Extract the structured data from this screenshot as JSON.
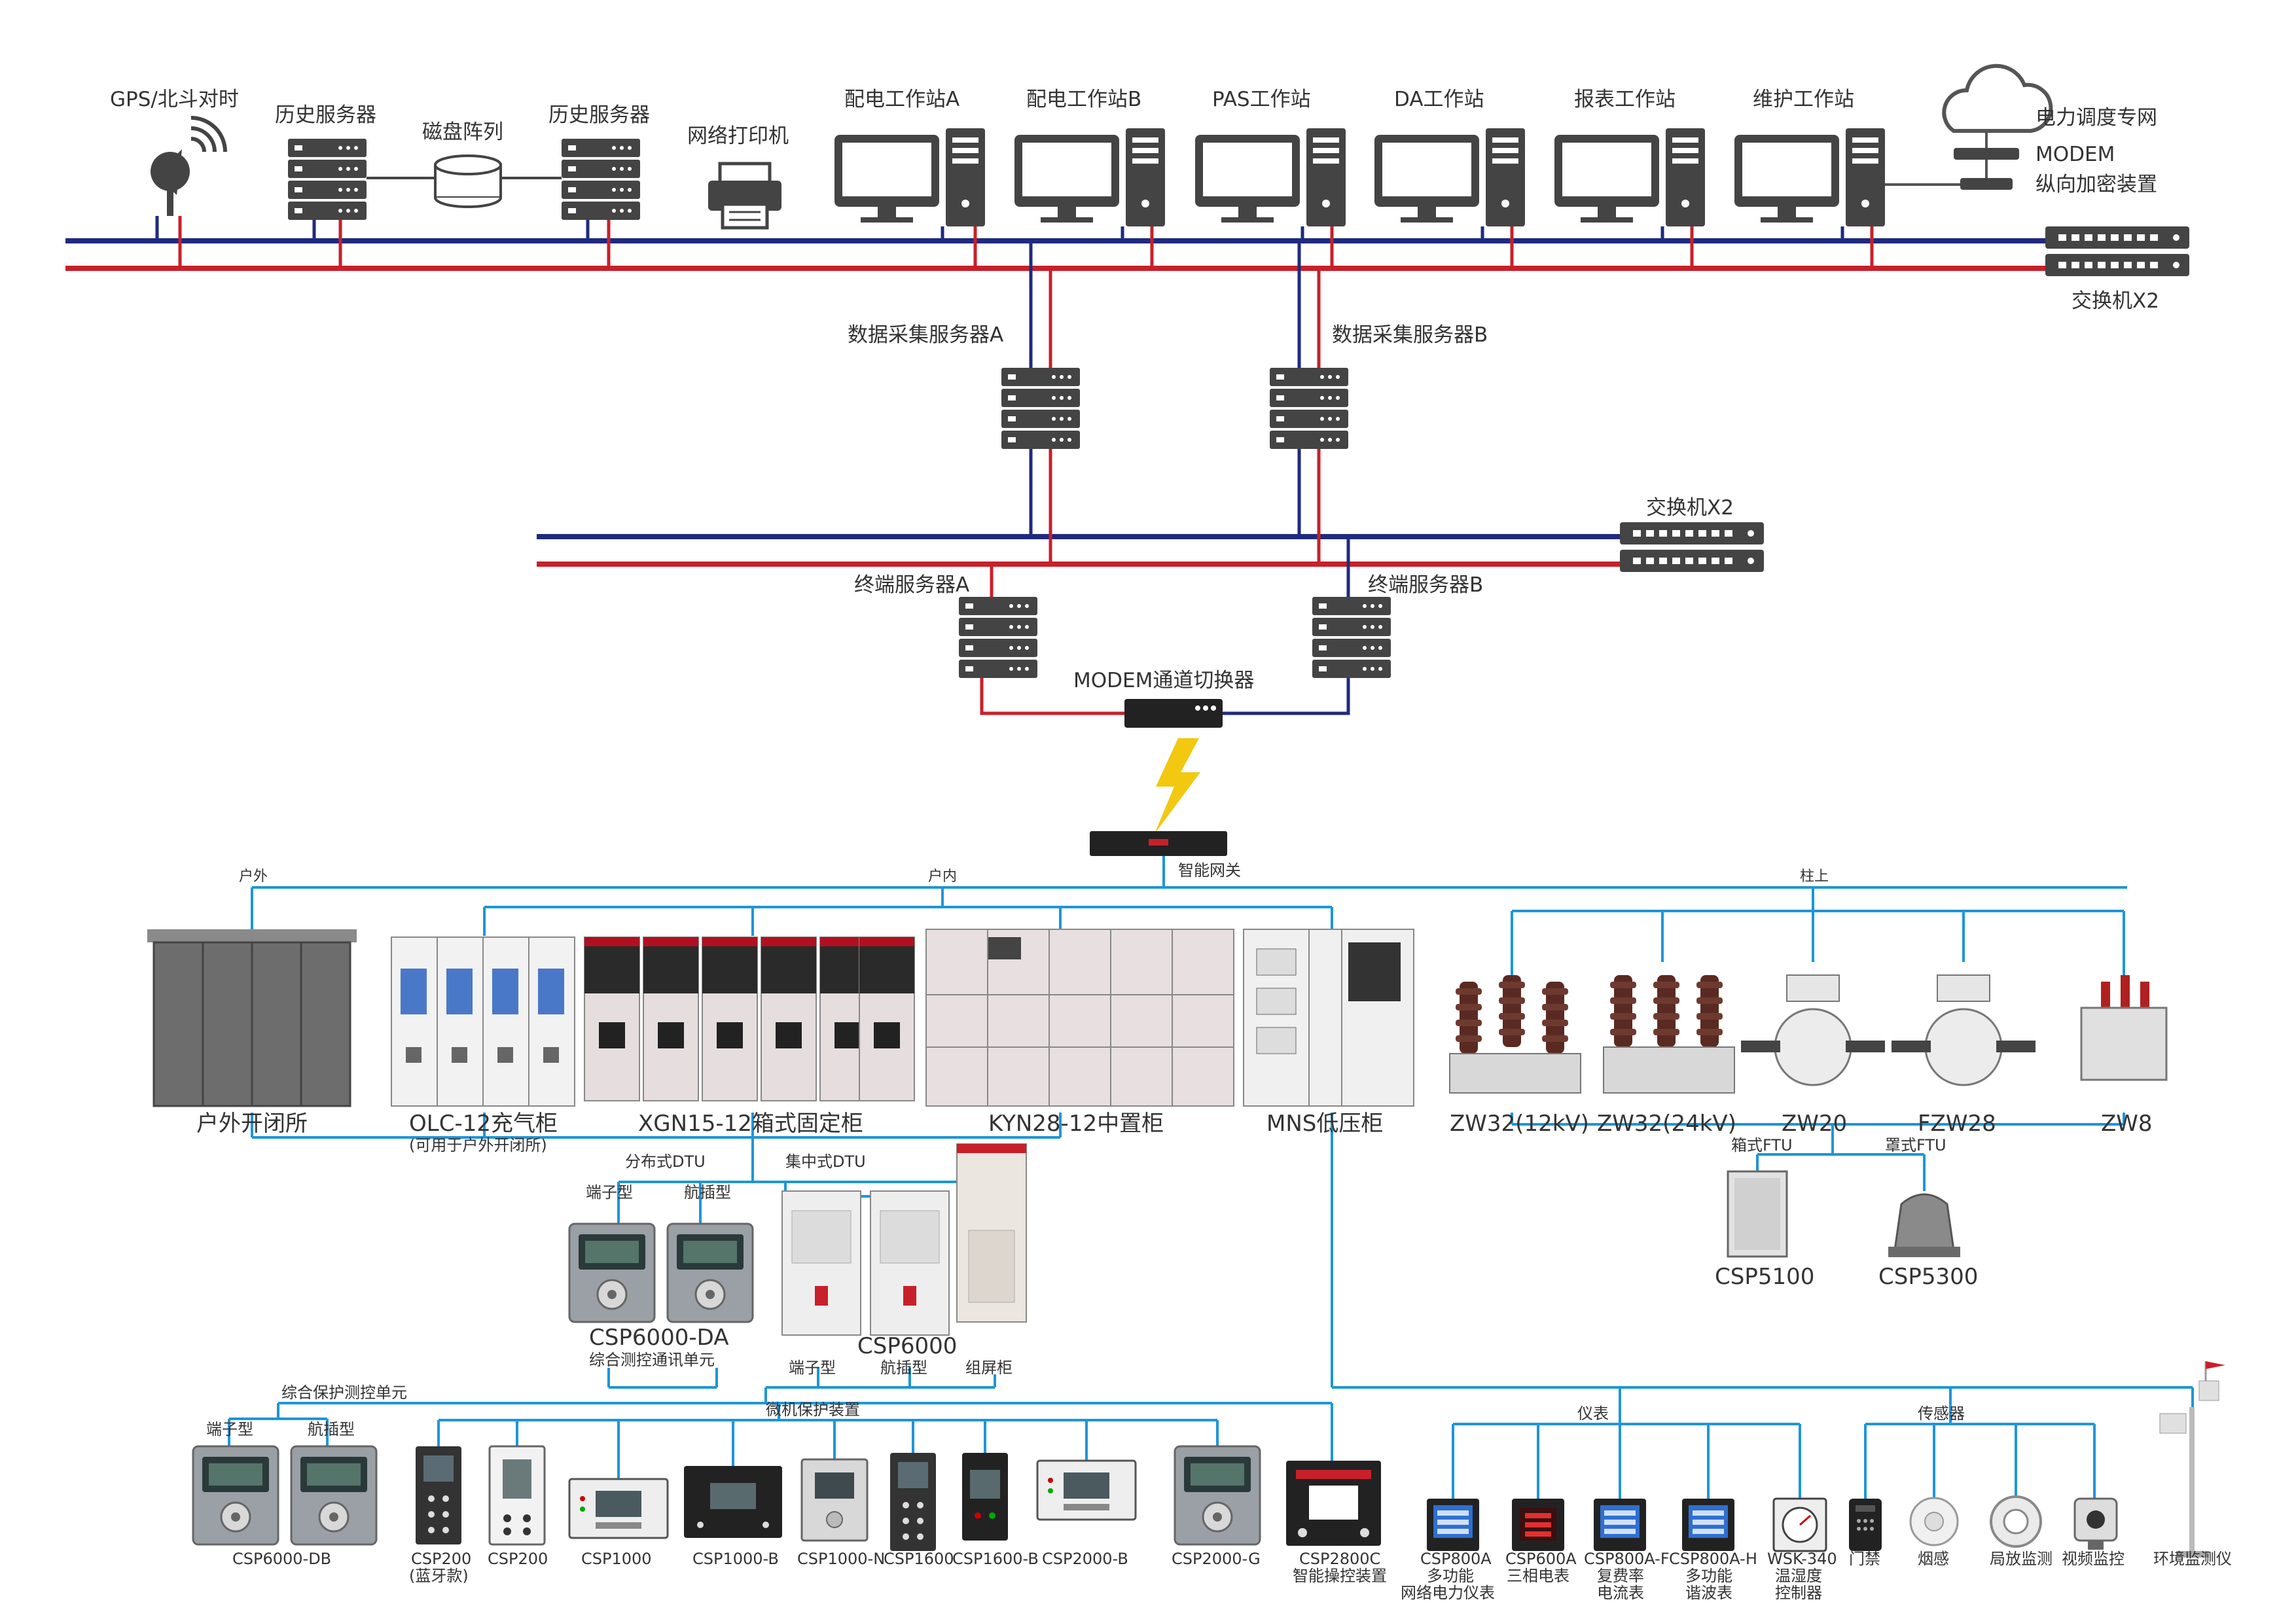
{
  "top": {
    "gps": "GPS/北斗对时",
    "hist_server_1": "历史服务器",
    "disk_array": "磁盘阵列",
    "hist_server_2": "历史服务器",
    "printer": "网络打印机",
    "ws_a": "配电工作站A",
    "ws_b": "配电工作站B",
    "ws_pas": "PAS工作站",
    "ws_da": "DA工作站",
    "ws_report": "报表工作站",
    "ws_maint": "维护工作站",
    "dispatch_net": "电力调度专网",
    "modem": "MODEM",
    "crypto": "纵向加密装置",
    "switch_top": "交换机X2"
  },
  "middle": {
    "dc_server_a": "数据采集服务器A",
    "dc_server_b": "数据采集服务器B",
    "switch_mid": "交换机X2",
    "term_server_a": "终端服务器A",
    "term_server_b": "终端服务器B",
    "modem_switch": "MODEM通道切换器",
    "gateway": "智能网关"
  },
  "bus_labels": {
    "outdoor": "户外",
    "indoor": "户内",
    "pole": "柱上"
  },
  "cabinets": [
    {
      "name": "户外开闭所"
    },
    {
      "name": "OLC-12充气柜",
      "sub": "(可用于户外开闭所)"
    },
    {
      "name": "XGN15-12箱式固定柜"
    },
    {
      "name": "KYN28-12中置柜"
    },
    {
      "name": "MNS低压柜"
    }
  ],
  "switches": [
    "ZW32(12kV)",
    "ZW32(24kV)",
    "ZW20",
    "FZW28",
    "ZW8"
  ],
  "ftu": {
    "box_label": "箱式FTU",
    "cover_label": "罩式FTU",
    "csp5100": "CSP5100",
    "csp5300": "CSP5300"
  },
  "dtu": {
    "distributed": "分布式DTU",
    "centralized": "集中式DTU",
    "terminal_type": "端子型",
    "plug_type": "航插型",
    "csp6000da": "CSP6000-DA",
    "csp6000da_desc": "综合测控通讯单元",
    "csp6000": "CSP6000",
    "terminal_type_2": "端子型",
    "plug_type_2": "航插型",
    "screen_cabinet": "组屏柜"
  },
  "bottom": {
    "integrated_label": "综合保护测控单元",
    "terminal_type": "端子型",
    "plug_type": "航插型",
    "micro_label": "微机保护装置",
    "meter_label": "仪表",
    "sensor_label": "传感器",
    "devices": [
      {
        "name": "CSP6000-DB"
      },
      {
        "name": "CSP200",
        "sub": "(蓝牙款)"
      },
      {
        "name": "CSP200"
      },
      {
        "name": "CSP1000"
      },
      {
        "name": "CSP1000-B"
      },
      {
        "name": "CSP1000-N"
      },
      {
        "name": "CSP1600"
      },
      {
        "name": "CSP1600-B"
      },
      {
        "name": "CSP2000-B"
      },
      {
        "name": "CSP2000-G"
      },
      {
        "name": "CSP2800C",
        "sub": "智能操控装置"
      },
      {
        "name": "CSP800A",
        "sub": "多功能",
        "sub2": "网络电力仪表"
      },
      {
        "name": "CSP600A",
        "sub": "三相电表"
      },
      {
        "name": "CSP800A-F",
        "sub": "复费率",
        "sub2": "电流表"
      },
      {
        "name": "CSP800A-H",
        "sub": "多功能",
        "sub2": "谐波表"
      },
      {
        "name": "WSK-340",
        "sub": "温湿度",
        "sub2": "控制器"
      },
      {
        "name": "门禁"
      },
      {
        "name": "烟感"
      },
      {
        "name": "局放监测"
      },
      {
        "name": "视频监控"
      },
      {
        "name": "环境监测仪"
      }
    ]
  },
  "colors": {
    "bus_blue": "#1f2a80",
    "bus_red": "#c8202a",
    "field_line": "#1e96d8",
    "lightning": "#f2c811"
  }
}
